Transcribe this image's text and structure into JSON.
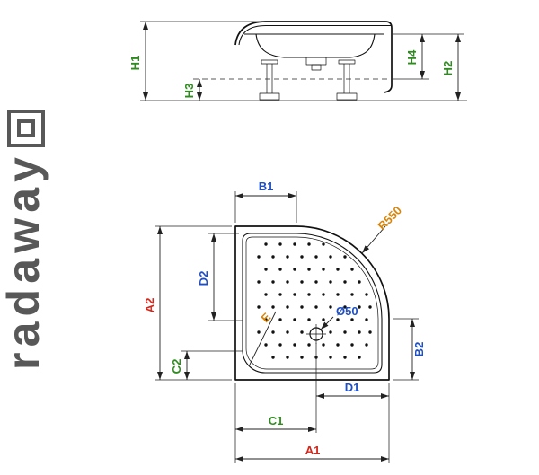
{
  "brand": {
    "logo_text": "radaway"
  },
  "colors": {
    "green": "#2e8b1e",
    "blue": "#1e4fc4",
    "red": "#d4261a",
    "orange": "#d8860b",
    "logo_gray": "#585858"
  },
  "side_view": {
    "labels": {
      "h1": "H1",
      "h2": "H2",
      "h3": "H3",
      "h4": "H4"
    }
  },
  "plan_view": {
    "labels": {
      "a1": "A1",
      "a2": "A2",
      "b1": "B1",
      "b2": "B2",
      "c1": "C1",
      "c2": "C2",
      "d1": "D1",
      "d2": "D2",
      "e": "E",
      "radius": "R550",
      "drain_diameter": "Ø50"
    }
  }
}
